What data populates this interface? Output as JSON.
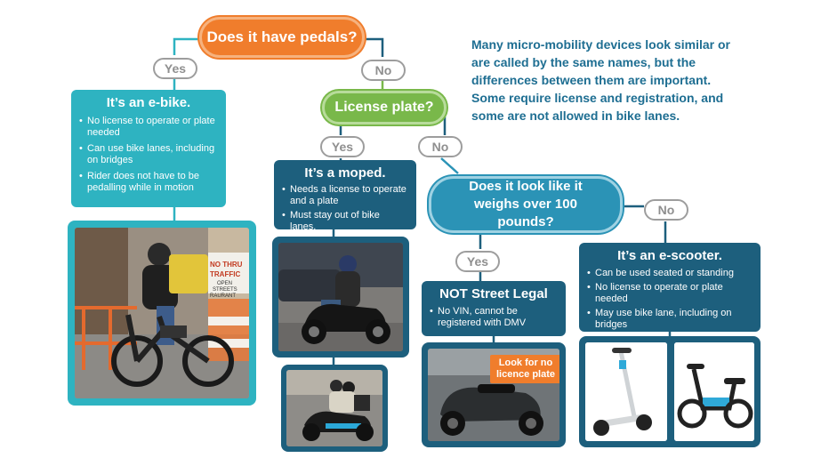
{
  "intro_text": "Many micro-mobility devices look similar or are called by the same names, but the differences between them are important. Some require license and registration, and some are not allowed in bike lanes.",
  "questions": {
    "pedals": "Does it have pedals?",
    "plate": "License plate?",
    "weight": "Does it look like it weighs over 100 pounds?"
  },
  "answers": {
    "yes": "Yes",
    "no": "No"
  },
  "ebike": {
    "title": "It’s an e-bike.",
    "bullets": [
      "No license to operate or plate needed",
      "Can use bike lanes, including on bridges",
      "Rider does not have to be pedalling while in motion"
    ],
    "photo_signs": [
      "NO THRU",
      "TRAFFIC",
      "OPEN",
      "STREETS",
      "RAURANT"
    ]
  },
  "moped": {
    "title": "It’s a moped.",
    "bullets": [
      "Needs a license to operate and a plate",
      "Must stay out of bike lanes."
    ]
  },
  "illegal": {
    "title": "NOT Street Legal",
    "bullets": [
      "No VIN, cannot be registered with DMV"
    ],
    "callout": "Look for no licence plate"
  },
  "scooter": {
    "title": "It’s an e-scooter.",
    "bullets": [
      "Can be used seated or standing",
      "No license to operate or plate needed",
      "May use bike lane, including on bridges"
    ]
  },
  "colors": {
    "orange": "#f07d2c",
    "green": "#79b84a",
    "blue": "#2b93b6",
    "teal": "#2eb3c1",
    "navy": "#1d5f7d",
    "connector_gray": "#9d9d9d"
  }
}
